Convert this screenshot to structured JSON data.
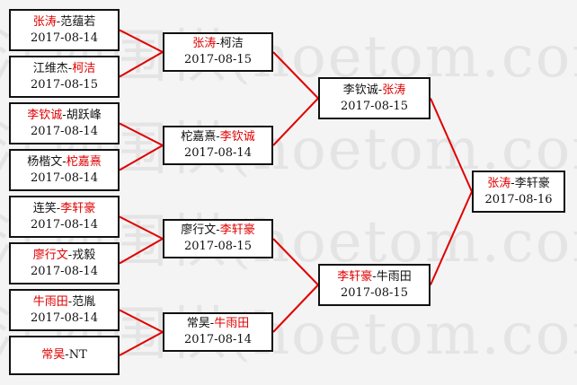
{
  "watermark": {
    "lines": [
      "江西围棋(hoetom.com)",
      "江西围棋(hoetom.com)",
      "江西围棋(hoetom.com)",
      "江西围棋(hoetom.com)"
    ]
  },
  "colors": {
    "winner": "#e00000",
    "line": "#e00000",
    "border": "#111111"
  },
  "round1": [
    {
      "p1": "张涛",
      "p2": "范蕴若",
      "winner": 1,
      "date": "2017-08-14"
    },
    {
      "p1": "江维杰",
      "p2": "柯洁",
      "winner": 2,
      "date": "2017-08-15"
    },
    {
      "p1": "李钦诚",
      "p2": "胡跃峰",
      "winner": 1,
      "date": "2017-08-14"
    },
    {
      "p1": "杨楷文",
      "p2": "柁嘉熹",
      "winner": 2,
      "date": "2017-08-14"
    },
    {
      "p1": "连笑",
      "p2": "李轩豪",
      "winner": 2,
      "date": "2017-08-14"
    },
    {
      "p1": "廖行文",
      "p2": "戎毅",
      "winner": 1,
      "date": "2017-08-14"
    },
    {
      "p1": "牛雨田",
      "p2": "范胤",
      "winner": 1,
      "date": "2017-08-14"
    },
    {
      "p1": "常昊",
      "p2": "NT",
      "winner": 1,
      "date": ""
    }
  ],
  "round2": [
    {
      "p1": "张涛",
      "p2": "柯洁",
      "winner": 1,
      "date": "2017-08-15"
    },
    {
      "p1": "柁嘉熹",
      "p2": "李钦诚",
      "winner": 2,
      "date": "2017-08-14"
    },
    {
      "p1": "廖行文",
      "p2": "李轩豪",
      "winner": 2,
      "date": "2017-08-15"
    },
    {
      "p1": "常昊",
      "p2": "牛雨田",
      "winner": 2,
      "date": "2017-08-14"
    }
  ],
  "round3": [
    {
      "p1": "李钦诚",
      "p2": "张涛",
      "winner": 2,
      "date": "2017-08-15"
    },
    {
      "p1": "李轩豪",
      "p2": "牛雨田",
      "winner": 1,
      "date": "2017-08-15"
    }
  ],
  "final": [
    {
      "p1": "张涛",
      "p2": "李轩豪",
      "winner": 1,
      "date": "2017-08-16"
    }
  ]
}
